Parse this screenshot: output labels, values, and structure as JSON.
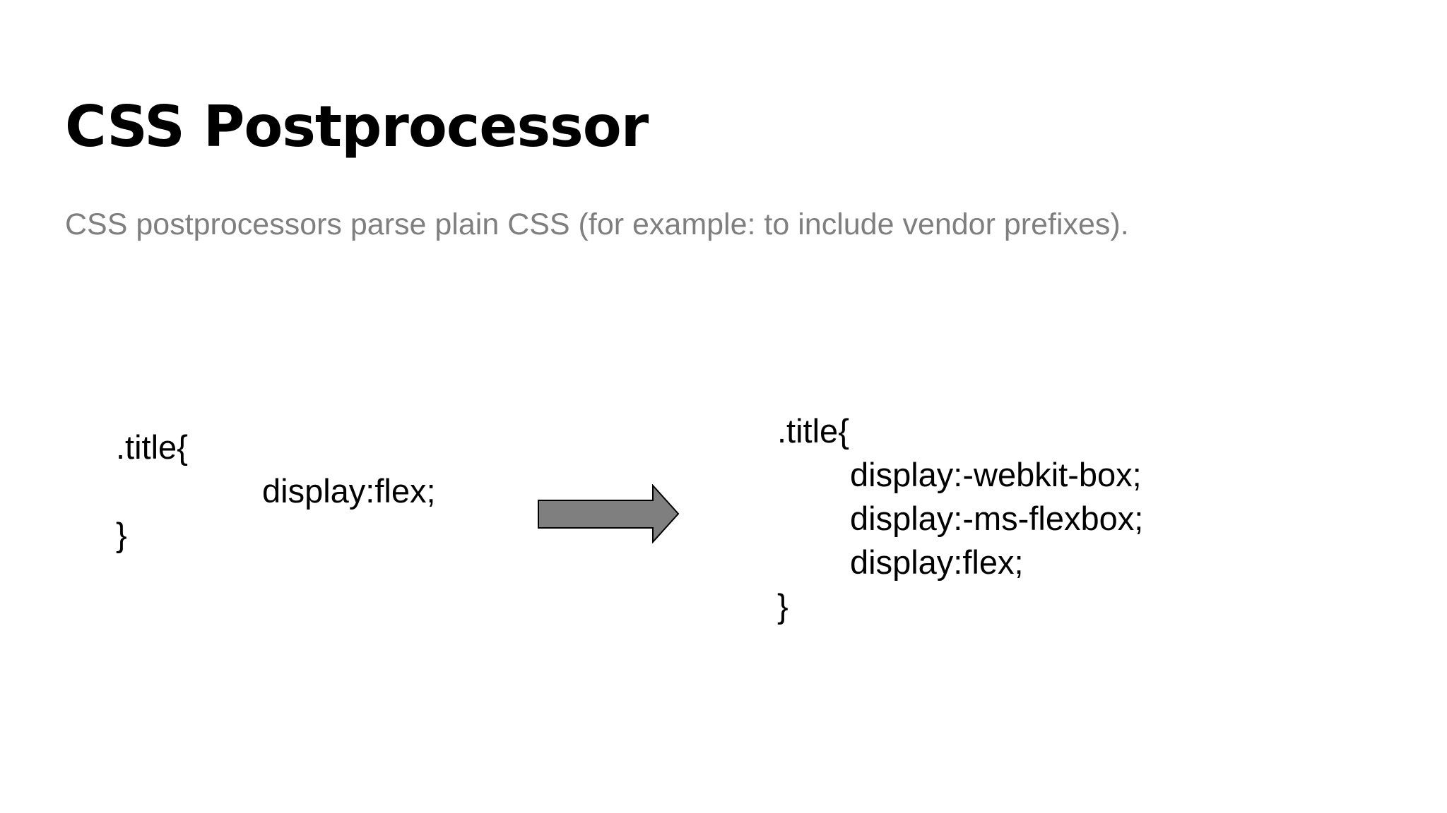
{
  "slide": {
    "title": "CSS Postprocessor",
    "subtitle": "CSS postprocessors parse plain CSS (for example: to include vendor prefixes).",
    "before": {
      "selector": ".title{",
      "declaration": "display:flex;",
      "close": "}"
    },
    "after": {
      "selector": ".title{",
      "declarations": [
        "display:-webkit-box;",
        "display:-ms-flexbox;",
        "display:flex;"
      ],
      "close": "}"
    },
    "arrow": {
      "icon": "right-arrow-icon",
      "fill": "#7f7f7f",
      "stroke": "#000000"
    }
  }
}
